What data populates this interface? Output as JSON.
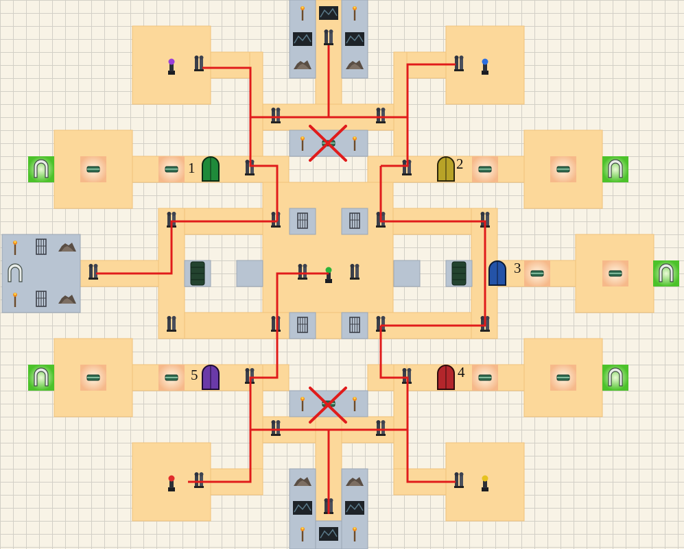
{
  "map": {
    "colors": {
      "background": "#f8f3e6",
      "grid": "#d2cfc6",
      "floor": "#fcd89a",
      "floor_border": "#f0c27a",
      "stone": "#b8c4d2",
      "path": "#e01b1b",
      "exit_glow": "#5fd13a",
      "cross": "#e01b1b"
    },
    "door_labels": [
      "1",
      "2",
      "3",
      "4",
      "5"
    ],
    "doors": [
      {
        "label": "1",
        "color": "#1f8a3a",
        "icon": "door-green-icon"
      },
      {
        "label": "2",
        "color": "#b8a327",
        "icon": "door-yellow-icon"
      },
      {
        "label": "3",
        "color": "#2453a8",
        "icon": "door-blue-icon"
      },
      {
        "label": "4",
        "color": "#b3262b",
        "icon": "door-red-icon"
      },
      {
        "label": "5",
        "color": "#6a3aa8",
        "icon": "door-purple-icon"
      }
    ],
    "crystal_colors": {
      "purple": "#9b3fd9",
      "blue": "#2d6fe0",
      "green": "#2bb33a",
      "red": "#e02b2b",
      "yellow": "#e6c21f"
    },
    "blocked_markers": 2
  }
}
